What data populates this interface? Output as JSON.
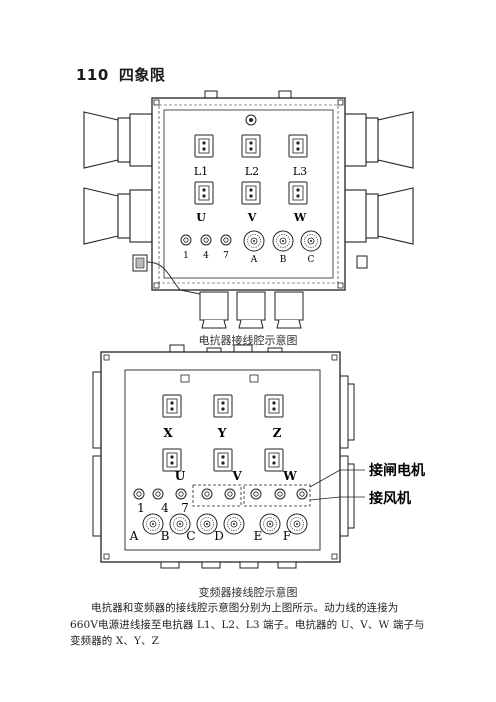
{
  "heading": {
    "number": "110",
    "title": "四象限"
  },
  "diagram1": {
    "caption": "电抗器接线腔示意图",
    "row1_labels": [
      "L1",
      "L2",
      "L3"
    ],
    "row2_labels": [
      "U",
      "V",
      "W"
    ],
    "small_terminals": [
      "1",
      "4",
      "7"
    ],
    "round_terminals": [
      "A",
      "B",
      "C"
    ]
  },
  "diagram2": {
    "caption": "变频器接线腔示意图",
    "row1_labels": [
      "X",
      "Y",
      "Z"
    ],
    "row2_labels": [
      "U",
      "V",
      "W"
    ],
    "small_terminals": [
      "1",
      "4",
      "7"
    ],
    "round_terminals": [
      "A",
      "B",
      "C",
      "D",
      "E",
      "F"
    ],
    "callout_brake_motor": "接闸电机",
    "callout_fan": "接风机"
  },
  "body_text": "电抗器和变频器的接线腔示意图分别为上图所示。动力线的连接为660V电源进线接至电抗器 L1、L2、L3 端子。电抗器的 U、V、W 端子与变频器的 X、Y、Z"
}
